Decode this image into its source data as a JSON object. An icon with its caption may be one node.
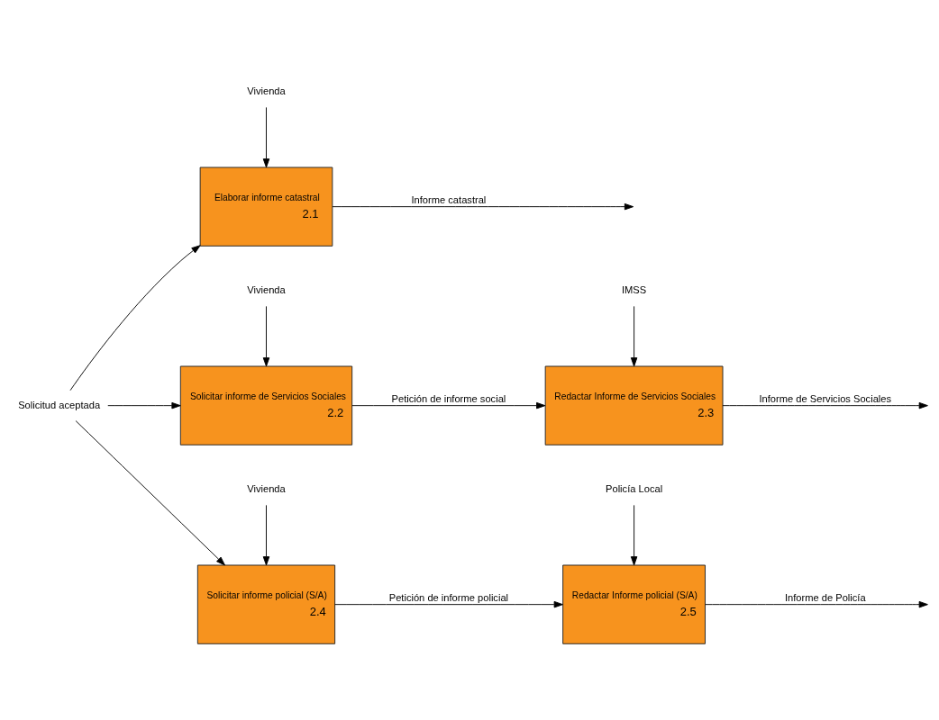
{
  "diagram": {
    "nodes": [
      {
        "text": [
          "Solicitud aceptada"
        ]
      },
      {
        "text": [
          "Elaborar informe catastral",
          "2.1"
        ]
      },
      {
        "text": [
          "Solicitar informe de Servicios Sociales",
          "2.2"
        ]
      },
      {
        "text": [
          "Redactar Informe de Servicios Sociales",
          "2.3"
        ]
      },
      {
        "text": [
          "Solicitar informe policial (S/A)",
          "2.4"
        ]
      },
      {
        "text": [
          "Redactar Informe policial (S/A)",
          "2.5"
        ]
      },
      {
        "text": [
          "Vivienda"
        ]
      },
      {
        "text": [
          "Vivienda"
        ]
      },
      {
        "text": [
          "IMSS"
        ]
      },
      {
        "text": [
          "Vivienda"
        ]
      },
      {
        "text": [
          "Policía Local"
        ]
      }
    ],
    "edges": [
      {
        "from": 0,
        "to": 1,
        "arrow": "to"
      },
      {
        "from": 0,
        "to": 2,
        "arrow": "to"
      },
      {
        "from": 0,
        "to": 4,
        "arrow": "to"
      },
      {
        "from": 1,
        "to": null,
        "arrow": "to",
        "label": "Informe catastral"
      },
      {
        "from": 6,
        "to": 1,
        "arrow": "to"
      },
      {
        "from": 2,
        "to": 3,
        "arrow": "to",
        "label": "Petición de informe social"
      },
      {
        "from": 7,
        "to": 2,
        "arrow": "to"
      },
      {
        "from": 3,
        "to": null,
        "arrow": "to",
        "label": "Informe de Servicios Sociales"
      },
      {
        "from": 8,
        "to": 3,
        "arrow": "to"
      },
      {
        "from": 4,
        "to": 5,
        "arrow": "to",
        "label": "Petición de informe policial"
      },
      {
        "from": 9,
        "to": 4,
        "arrow": "to"
      },
      {
        "from": 5,
        "to": null,
        "arrow": "to",
        "label": "Informe de Policía"
      },
      {
        "from": 10,
        "to": 5,
        "arrow": "to"
      }
    ]
  }
}
